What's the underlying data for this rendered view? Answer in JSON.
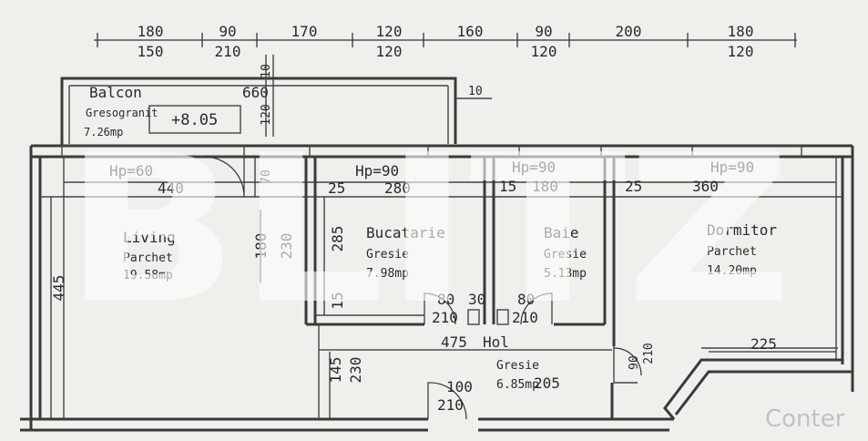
{
  "top_dimensions": [
    {
      "top": "180",
      "bottom": "150"
    },
    {
      "top": "90",
      "bottom": "210"
    },
    {
      "top": "170",
      "bottom": ""
    },
    {
      "top": "120",
      "bottom": "120"
    },
    {
      "top": "160",
      "bottom": ""
    },
    {
      "top": "90",
      "bottom": "120"
    },
    {
      "top": "200",
      "bottom": ""
    },
    {
      "top": "180",
      "bottom": "120"
    }
  ],
  "balcony": {
    "label": "Balcon",
    "width": "660",
    "side": "10",
    "depth": "120",
    "notch": "10",
    "floor": "Gresogranit",
    "area": "7.26mp",
    "level": "+8.05"
  },
  "rooms": {
    "living": {
      "name": "Living",
      "floor": "Parchet",
      "area": "19.58mp",
      "hp": "Hp=60",
      "width": "440"
    },
    "kitchen": {
      "name": "Bucatarie",
      "floor": "Gresie",
      "area": "7.98mp",
      "hp": "Hp=90",
      "width": "280",
      "offset": "25"
    },
    "bath": {
      "name": "Baie",
      "floor": "Gresie",
      "area": "5.13mp",
      "hp": "Hp=90",
      "width": "180",
      "offset": "15"
    },
    "bedroom": {
      "name": "Dormitor",
      "floor": "Parchet",
      "area": "14.20mp",
      "hp": "Hp=90",
      "width": "360",
      "offset": "25"
    },
    "hall": {
      "name": "Hol",
      "floor": "Gresie",
      "area": "6.85mp",
      "length": "475",
      "code": "205"
    }
  },
  "dimensions": {
    "living_balcony_door": "70",
    "living_depth": "445",
    "partition_a": "180",
    "partition_b": "230",
    "kitchen_depth": "285",
    "kitchen_small": "15",
    "hall_a": "145",
    "hall_b": "230",
    "bedroom_corner": "225",
    "hall_door_a": "90",
    "hall_door_b": "210"
  },
  "doors": [
    {
      "width": "80",
      "height": "210"
    },
    {
      "width": "80",
      "height": "210"
    },
    {
      "width": "100",
      "height": "210"
    }
  ],
  "door_gap_label": "30",
  "watermark": {
    "main": "BLITZ",
    "corner": "Conter"
  }
}
